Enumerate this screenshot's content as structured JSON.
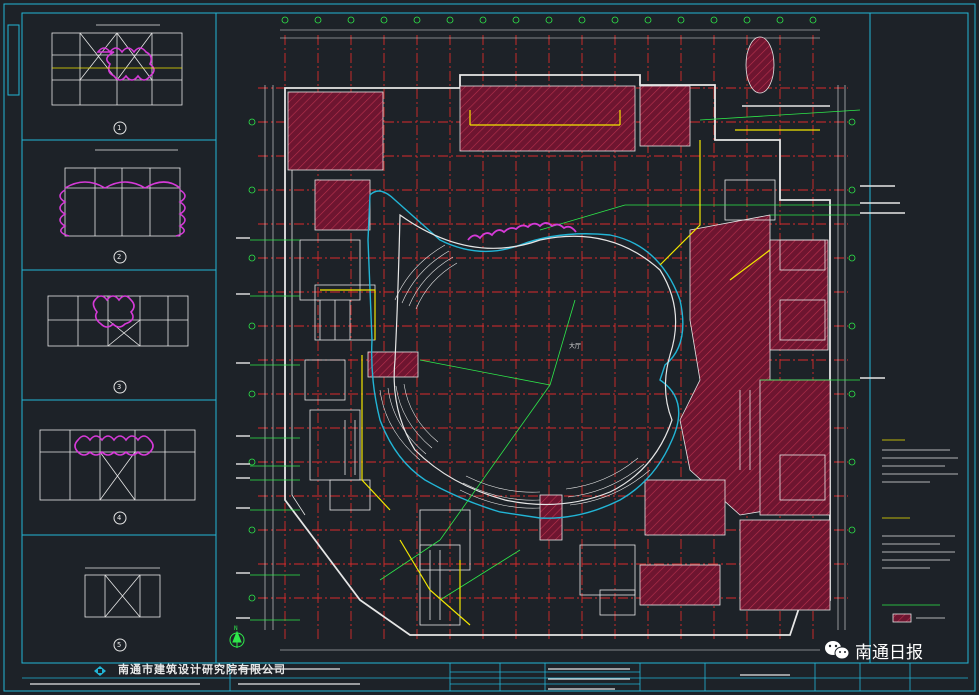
{
  "drawing": {
    "company_name": "南通市建筑设计研究院有限公司",
    "central_hall_label": "大厅",
    "watermark_text": "南通日报",
    "detail_numbers": [
      "1",
      "2",
      "3",
      "4",
      "5"
    ],
    "north_label": "N"
  },
  "colors": {
    "background": "#1d2228",
    "frame": "#22b5d6",
    "wall": "#e6e6e6",
    "grid_axis": "#d92b2b",
    "hatch_fill": "#7a1830",
    "leader": "#2ee84a",
    "cloud": "#d63ad8",
    "highlight": "#f2e600"
  },
  "icons": [
    "wechat-icon",
    "north-arrow-icon",
    "company-logo-icon"
  ]
}
